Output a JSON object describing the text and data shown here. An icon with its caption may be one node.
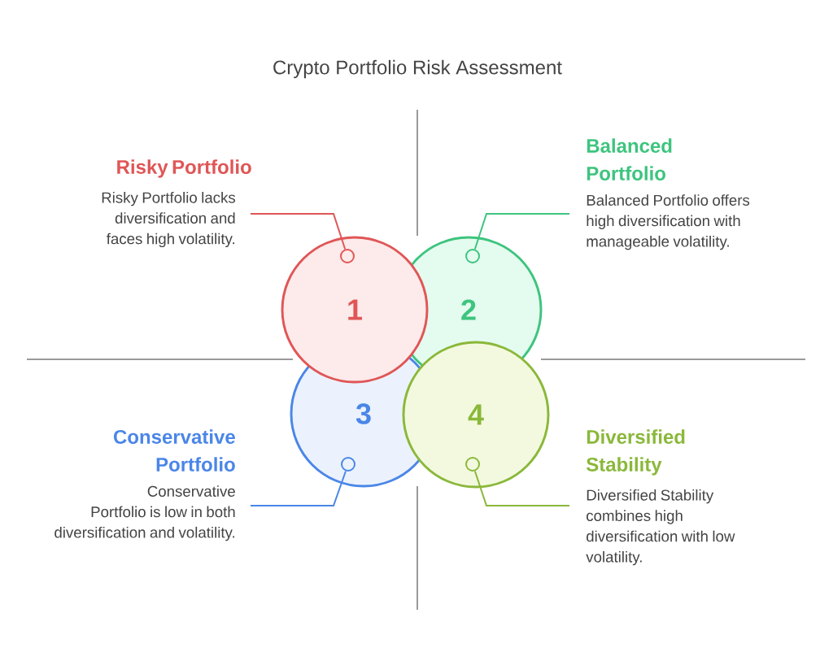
{
  "diagram": {
    "title": "Crypto Portfolio Risk Assessment",
    "nodes": [
      {
        "text": [
          "Risky Portfolio",
          "Risky Portfolio lacks diversification and faces high volatility."
        ]
      },
      {
        "text": [
          "Balanced Portfolio",
          "Balanced Portfolio offers high diversification with manageable volatility."
        ]
      },
      {
        "text": [
          "1"
        ]
      },
      {
        "text": [
          "2"
        ]
      },
      {
        "text": [
          "3"
        ]
      },
      {
        "text": [
          "4"
        ]
      },
      {
        "text": [
          "Conservative Portfolio",
          "Conservative Portfolio is low in both diversification and volatility."
        ]
      },
      {
        "text": [
          "Diversified Stability",
          "Diversified Stability combines high diversification with low volatility."
        ]
      },
      {
        "text": [],
        "shape": "circle",
        "in": 2
      },
      {
        "text": [],
        "shape": "circle",
        "in": 3
      },
      {
        "text": [],
        "shape": "circle",
        "in": 4
      },
      {
        "text": [],
        "shape": "circle",
        "in": 5
      }
    ],
    "edges": [
      {
        "from": 0,
        "to": 8,
        "arrow": "none",
        "color": "#e05656"
      },
      {
        "from": 1,
        "to": 9,
        "arrow": "none",
        "color": "#3dc47e"
      },
      {
        "from": 6,
        "to": 10,
        "arrow": "none",
        "color": "#4a86e8"
      },
      {
        "from": 7,
        "to": 11,
        "arrow": "none",
        "color": "#8ab83a"
      }
    ]
  }
}
